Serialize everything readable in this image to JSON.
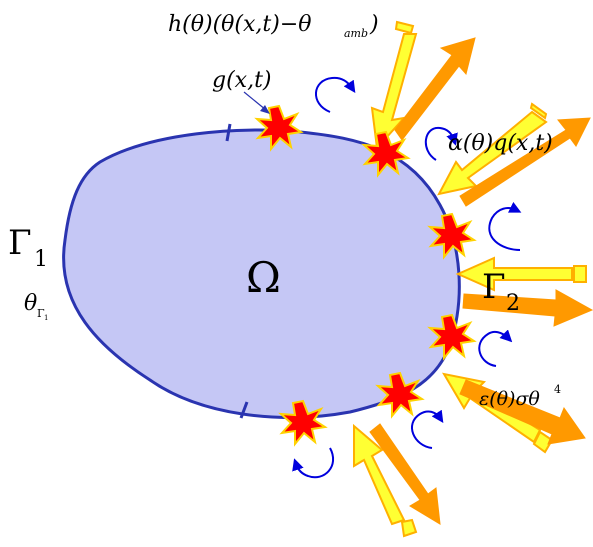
{
  "labels": {
    "domain": "Ω",
    "boundary1": "Γ",
    "boundary1_sub": "1",
    "boundary2": "Γ",
    "boundary2_sub": "2",
    "dirichlet_theta": "θ",
    "dirichlet_sub": "Γ",
    "dirichlet_subsub": "1",
    "source": "g(x,t)",
    "convection": "h(θ)(θ(x,t)−θ",
    "convection_sub": "amb",
    "convection_close": ")",
    "flux": "α(θ)q(x,t)",
    "radiation": "ε(θ)σθ",
    "radiation_exp": "4"
  },
  "colors": {
    "domain_fill": "#c5c7f5",
    "boundary": "#2a34b0",
    "burst_fill": "#ff0000",
    "burst_stroke": "#ffd200",
    "arrow_yellow": "#ffff33",
    "arrow_orange": "#ff9900",
    "curl": "#0000dd"
  }
}
